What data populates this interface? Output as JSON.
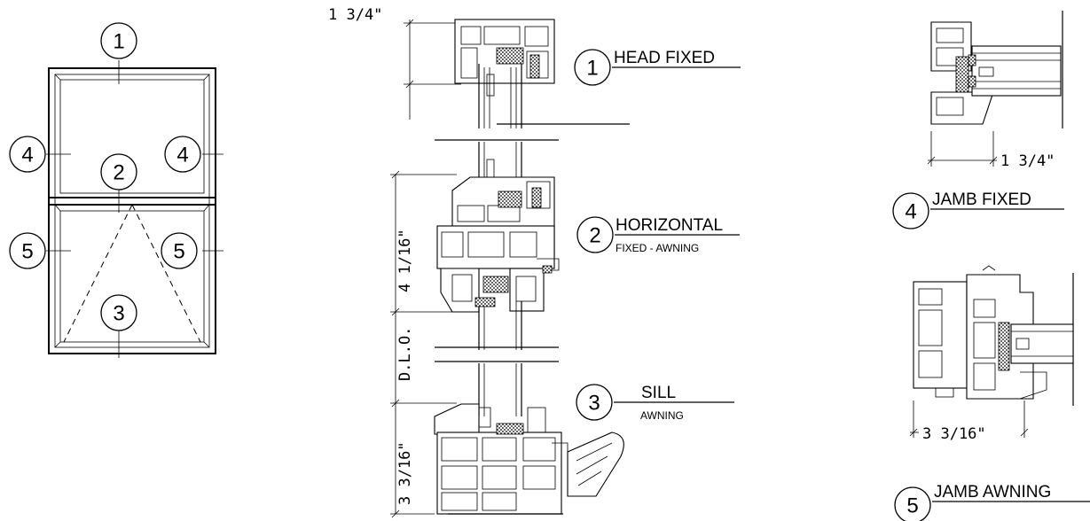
{
  "elevation": {
    "tags": [
      "1",
      "2",
      "3",
      "4",
      "4",
      "5",
      "5"
    ]
  },
  "sections": {
    "head": {
      "number": "1",
      "title": "HEAD FIXED"
    },
    "horizontal": {
      "number": "2",
      "title": "HORIZONTAL",
      "subtitle": "FIXED - AWNING"
    },
    "sill": {
      "number": "3",
      "title": "SILL",
      "subtitle": "AWNING"
    },
    "jamb_fixed": {
      "number": "4",
      "title": "JAMB FIXED"
    },
    "jamb_awning": {
      "number": "5",
      "title": "JAMB AWNING"
    }
  },
  "dimensions": {
    "head_depth": "1 3/4\"",
    "horizontal_height": "4 1/16\"",
    "dlo": "D.L.O.",
    "sill_height": "3 3/16\"",
    "jamb_fixed_width": "1 3/4\"",
    "jamb_awning_width": "3 3/16\""
  },
  "colors": {
    "line": "#000000",
    "background": "#ffffff"
  }
}
